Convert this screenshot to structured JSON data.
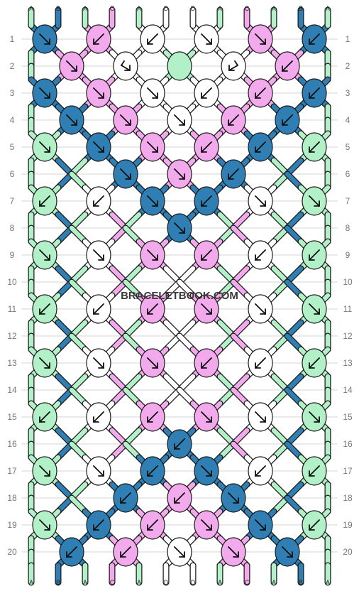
{
  "watermark": "BRACELETBOOK.COM",
  "colors": {
    "A": "#b2f0c8",
    "B": "#2f7fb5",
    "C": "#f3aaed",
    "D": "#ffffff"
  },
  "strands_top": [
    "A",
    "B",
    "A",
    "C",
    "A",
    "D",
    "D",
    "A",
    "C",
    "A",
    "B",
    "A"
  ],
  "strands_bottom": [
    "A",
    "B",
    "A",
    "C",
    "A",
    "D",
    "D",
    "A",
    "C",
    "A",
    "B",
    "A"
  ],
  "row_numbers": [
    "1",
    "2",
    "3",
    "4",
    "5",
    "6",
    "7",
    "8",
    "9",
    "10",
    "11",
    "12",
    "13",
    "14",
    "15",
    "16",
    "17",
    "18",
    "19",
    "20"
  ],
  "knots": [
    {
      "row": 1,
      "col": 0,
      "color": "B",
      "dir": "se"
    },
    {
      "row": 1,
      "col": 2,
      "color": "C",
      "dir": "sw"
    },
    {
      "row": 1,
      "col": 4,
      "color": "D",
      "dir": "sw"
    },
    {
      "row": 1,
      "col": 6,
      "color": "D",
      "dir": "se"
    },
    {
      "row": 1,
      "col": 8,
      "color": "C",
      "dir": "se"
    },
    {
      "row": 1,
      "col": 10,
      "color": "B",
      "dir": "sw"
    },
    {
      "row": 2,
      "col": 1,
      "color": "C",
      "dir": "se"
    },
    {
      "row": 2,
      "col": 3,
      "color": "D",
      "dir": "rev-l"
    },
    {
      "row": 2,
      "col": 5,
      "color": "A",
      "dir": "none"
    },
    {
      "row": 2,
      "col": 7,
      "color": "D",
      "dir": "rev-r"
    },
    {
      "row": 2,
      "col": 9,
      "color": "C",
      "dir": "sw"
    },
    {
      "row": 3,
      "col": 0,
      "color": "B",
      "dir": "se"
    },
    {
      "row": 3,
      "col": 2,
      "color": "C",
      "dir": "se"
    },
    {
      "row": 3,
      "col": 4,
      "color": "D",
      "dir": "se"
    },
    {
      "row": 3,
      "col": 6,
      "color": "D",
      "dir": "sw"
    },
    {
      "row": 3,
      "col": 8,
      "color": "C",
      "dir": "sw"
    },
    {
      "row": 3,
      "col": 10,
      "color": "B",
      "dir": "sw"
    },
    {
      "row": 4,
      "col": 1,
      "color": "B",
      "dir": "se"
    },
    {
      "row": 4,
      "col": 3,
      "color": "C",
      "dir": "se"
    },
    {
      "row": 4,
      "col": 5,
      "color": "D",
      "dir": "se"
    },
    {
      "row": 4,
      "col": 7,
      "color": "C",
      "dir": "sw"
    },
    {
      "row": 4,
      "col": 9,
      "color": "B",
      "dir": "sw"
    },
    {
      "row": 5,
      "col": 0,
      "color": "A",
      "dir": "se"
    },
    {
      "row": 5,
      "col": 2,
      "color": "B",
      "dir": "se"
    },
    {
      "row": 5,
      "col": 4,
      "color": "C",
      "dir": "se"
    },
    {
      "row": 5,
      "col": 6,
      "color": "C",
      "dir": "sw"
    },
    {
      "row": 5,
      "col": 8,
      "color": "B",
      "dir": "sw"
    },
    {
      "row": 5,
      "col": 10,
      "color": "A",
      "dir": "sw"
    },
    {
      "row": 6,
      "col": 3,
      "color": "B",
      "dir": "se"
    },
    {
      "row": 6,
      "col": 5,
      "color": "C",
      "dir": "se"
    },
    {
      "row": 6,
      "col": 7,
      "color": "B",
      "dir": "sw"
    },
    {
      "row": 7,
      "col": 0,
      "color": "A",
      "dir": "sw"
    },
    {
      "row": 7,
      "col": 2,
      "color": "D",
      "dir": "sw"
    },
    {
      "row": 7,
      "col": 4,
      "color": "B",
      "dir": "se"
    },
    {
      "row": 7,
      "col": 6,
      "color": "B",
      "dir": "sw"
    },
    {
      "row": 7,
      "col": 8,
      "color": "D",
      "dir": "se"
    },
    {
      "row": 7,
      "col": 10,
      "color": "A",
      "dir": "se"
    },
    {
      "row": 8,
      "col": 5,
      "color": "B",
      "dir": "se"
    },
    {
      "row": 9,
      "col": 0,
      "color": "A",
      "dir": "se"
    },
    {
      "row": 9,
      "col": 2,
      "color": "D",
      "dir": "se"
    },
    {
      "row": 9,
      "col": 4,
      "color": "C",
      "dir": "se"
    },
    {
      "row": 9,
      "col": 6,
      "color": "C",
      "dir": "sw"
    },
    {
      "row": 9,
      "col": 8,
      "color": "D",
      "dir": "sw"
    },
    {
      "row": 9,
      "col": 10,
      "color": "A",
      "dir": "sw"
    },
    {
      "row": 11,
      "col": 0,
      "color": "A",
      "dir": "sw"
    },
    {
      "row": 11,
      "col": 2,
      "color": "D",
      "dir": "sw"
    },
    {
      "row": 11,
      "col": 4,
      "color": "C",
      "dir": "sw"
    },
    {
      "row": 11,
      "col": 6,
      "color": "C",
      "dir": "se"
    },
    {
      "row": 11,
      "col": 8,
      "color": "D",
      "dir": "se"
    },
    {
      "row": 11,
      "col": 10,
      "color": "A",
      "dir": "se"
    },
    {
      "row": 13,
      "col": 0,
      "color": "A",
      "dir": "se"
    },
    {
      "row": 13,
      "col": 2,
      "color": "D",
      "dir": "se"
    },
    {
      "row": 13,
      "col": 4,
      "color": "C",
      "dir": "se"
    },
    {
      "row": 13,
      "col": 6,
      "color": "C",
      "dir": "sw"
    },
    {
      "row": 13,
      "col": 8,
      "color": "D",
      "dir": "sw"
    },
    {
      "row": 13,
      "col": 10,
      "color": "A",
      "dir": "sw"
    },
    {
      "row": 15,
      "col": 0,
      "color": "A",
      "dir": "sw"
    },
    {
      "row": 15,
      "col": 2,
      "color": "D",
      "dir": "sw"
    },
    {
      "row": 15,
      "col": 4,
      "color": "C",
      "dir": "sw"
    },
    {
      "row": 15,
      "col": 6,
      "color": "C",
      "dir": "se"
    },
    {
      "row": 15,
      "col": 8,
      "color": "D",
      "dir": "se"
    },
    {
      "row": 15,
      "col": 10,
      "color": "A",
      "dir": "se"
    },
    {
      "row": 16,
      "col": 5,
      "color": "B",
      "dir": "sw"
    },
    {
      "row": 17,
      "col": 0,
      "color": "A",
      "dir": "se"
    },
    {
      "row": 17,
      "col": 2,
      "color": "D",
      "dir": "se"
    },
    {
      "row": 17,
      "col": 4,
      "color": "B",
      "dir": "sw"
    },
    {
      "row": 17,
      "col": 6,
      "color": "B",
      "dir": "se"
    },
    {
      "row": 17,
      "col": 8,
      "color": "D",
      "dir": "sw"
    },
    {
      "row": 17,
      "col": 10,
      "color": "A",
      "dir": "sw"
    },
    {
      "row": 18,
      "col": 3,
      "color": "B",
      "dir": "sw"
    },
    {
      "row": 18,
      "col": 5,
      "color": "C",
      "dir": "sw"
    },
    {
      "row": 18,
      "col": 7,
      "color": "B",
      "dir": "se"
    },
    {
      "row": 19,
      "col": 0,
      "color": "A",
      "dir": "se"
    },
    {
      "row": 19,
      "col": 2,
      "color": "B",
      "dir": "sw"
    },
    {
      "row": 19,
      "col": 4,
      "color": "C",
      "dir": "sw"
    },
    {
      "row": 19,
      "col": 6,
      "color": "C",
      "dir": "se"
    },
    {
      "row": 19,
      "col": 8,
      "color": "B",
      "dir": "se"
    },
    {
      "row": 19,
      "col": 10,
      "color": "A",
      "dir": "sw"
    },
    {
      "row": 20,
      "col": 1,
      "color": "B",
      "dir": "sw"
    },
    {
      "row": 20,
      "col": 3,
      "color": "C",
      "dir": "sw"
    },
    {
      "row": 20,
      "col": 5,
      "color": "D",
      "dir": "se"
    },
    {
      "row": 20,
      "col": 7,
      "color": "C",
      "dir": "se"
    },
    {
      "row": 20,
      "col": 9,
      "color": "B",
      "dir": "se"
    }
  ]
}
